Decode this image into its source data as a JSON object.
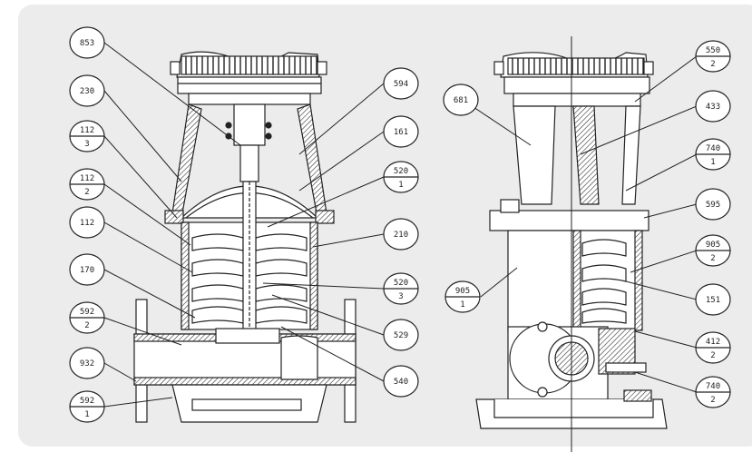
{
  "diagram": {
    "callouts_left": [
      {
        "id": "c-853",
        "label": "853"
      },
      {
        "id": "c-230",
        "label": "230"
      },
      {
        "id": "c-112-3",
        "top": "112",
        "bottom": "3"
      },
      {
        "id": "c-112-2",
        "top": "112",
        "bottom": "2"
      },
      {
        "id": "c-112",
        "label": "112"
      },
      {
        "id": "c-170",
        "label": "170"
      },
      {
        "id": "c-592-2",
        "top": "592",
        "bottom": "2"
      },
      {
        "id": "c-932",
        "label": "932"
      },
      {
        "id": "c-592-1",
        "top": "592",
        "bottom": "1"
      }
    ],
    "callouts_mid": [
      {
        "id": "c-594",
        "label": "594"
      },
      {
        "id": "c-161",
        "label": "161"
      },
      {
        "id": "c-520-1",
        "top": "520",
        "bottom": "1"
      },
      {
        "id": "c-210",
        "label": "210"
      },
      {
        "id": "c-520-3",
        "top": "520",
        "bottom": "3"
      },
      {
        "id": "c-529",
        "label": "529"
      },
      {
        "id": "c-540",
        "label": "540"
      },
      {
        "id": "c-681",
        "label": "681"
      },
      {
        "id": "c-905-1",
        "top": "905",
        "bottom": "1"
      }
    ],
    "callouts_right": [
      {
        "id": "c-550-2",
        "top": "550",
        "bottom": "2"
      },
      {
        "id": "c-433",
        "label": "433"
      },
      {
        "id": "c-740-1",
        "top": "740",
        "bottom": "1"
      },
      {
        "id": "c-595",
        "label": "595"
      },
      {
        "id": "c-905-2",
        "top": "905",
        "bottom": "2"
      },
      {
        "id": "c-151",
        "label": "151"
      },
      {
        "id": "c-412-2",
        "top": "412",
        "bottom": "2"
      },
      {
        "id": "c-740-2",
        "top": "740",
        "bottom": "2"
      }
    ]
  }
}
